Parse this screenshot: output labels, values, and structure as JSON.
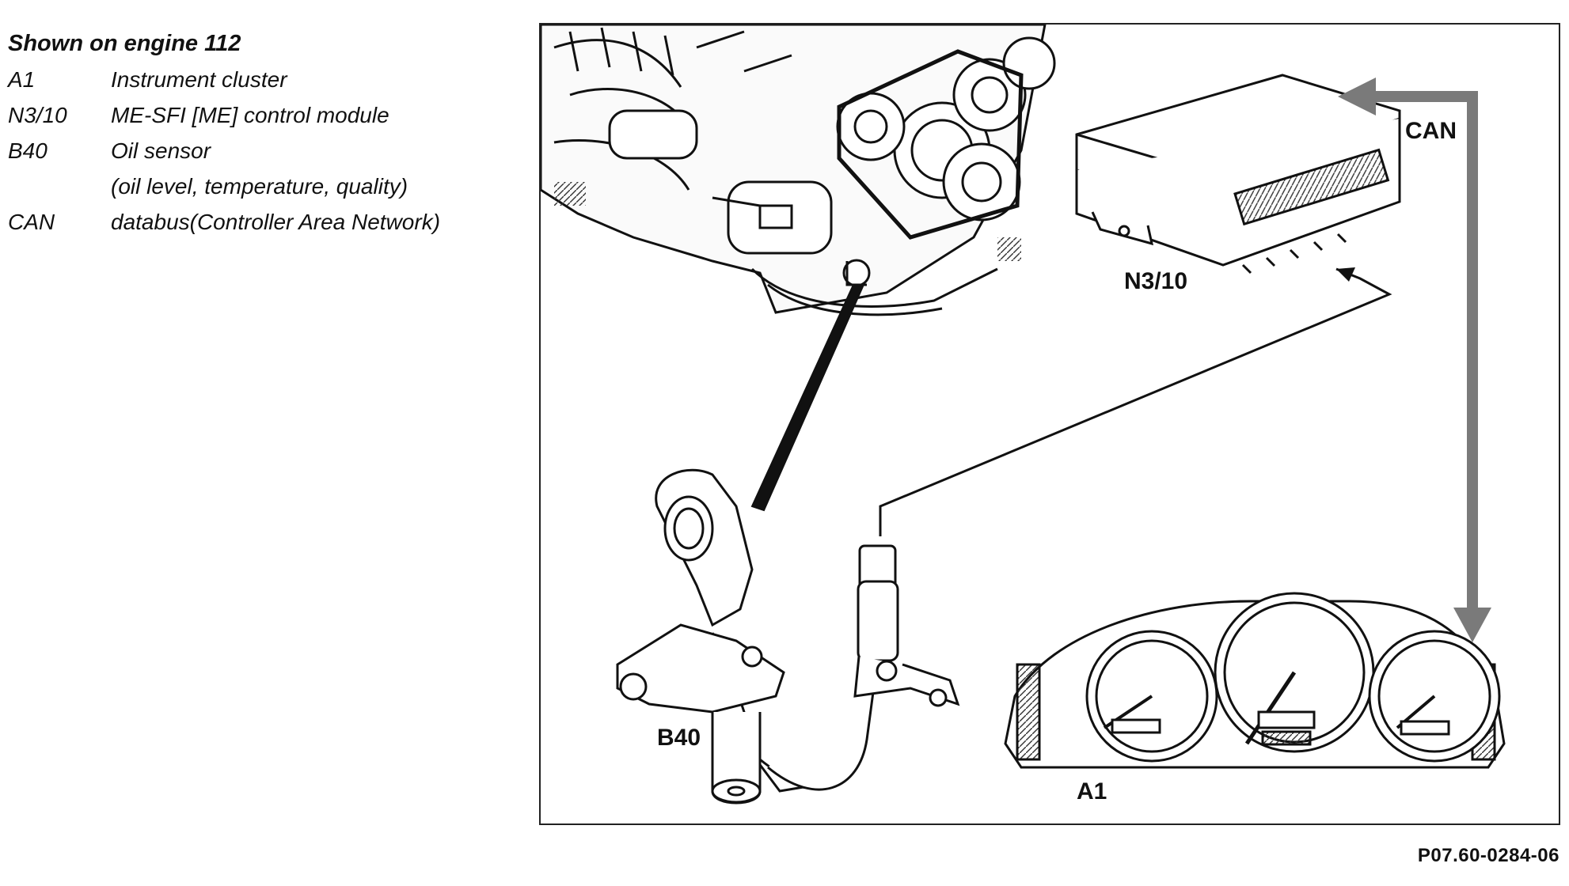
{
  "legend": {
    "title": "Shown on engine 112",
    "items": [
      {
        "code": "A1",
        "description": "Instrument cluster"
      },
      {
        "code": "N3/10",
        "description": "ME-SFI [ME] control module"
      },
      {
        "code": "B40",
        "description": "Oil sensor"
      },
      {
        "code": "",
        "description": "(oil level, temperature, quality)"
      },
      {
        "code": "CAN",
        "description": "databus(Controller Area Network)"
      }
    ]
  },
  "diagram": {
    "callouts": {
      "can": "CAN",
      "control_module": "N3/10",
      "oil_sensor": "B40",
      "instrument_cluster": "A1"
    },
    "figure_id": "P07.60-0284-06",
    "colors": {
      "line": "#111111",
      "can_arrow": "#7a7a7a",
      "background": "#ffffff"
    }
  }
}
